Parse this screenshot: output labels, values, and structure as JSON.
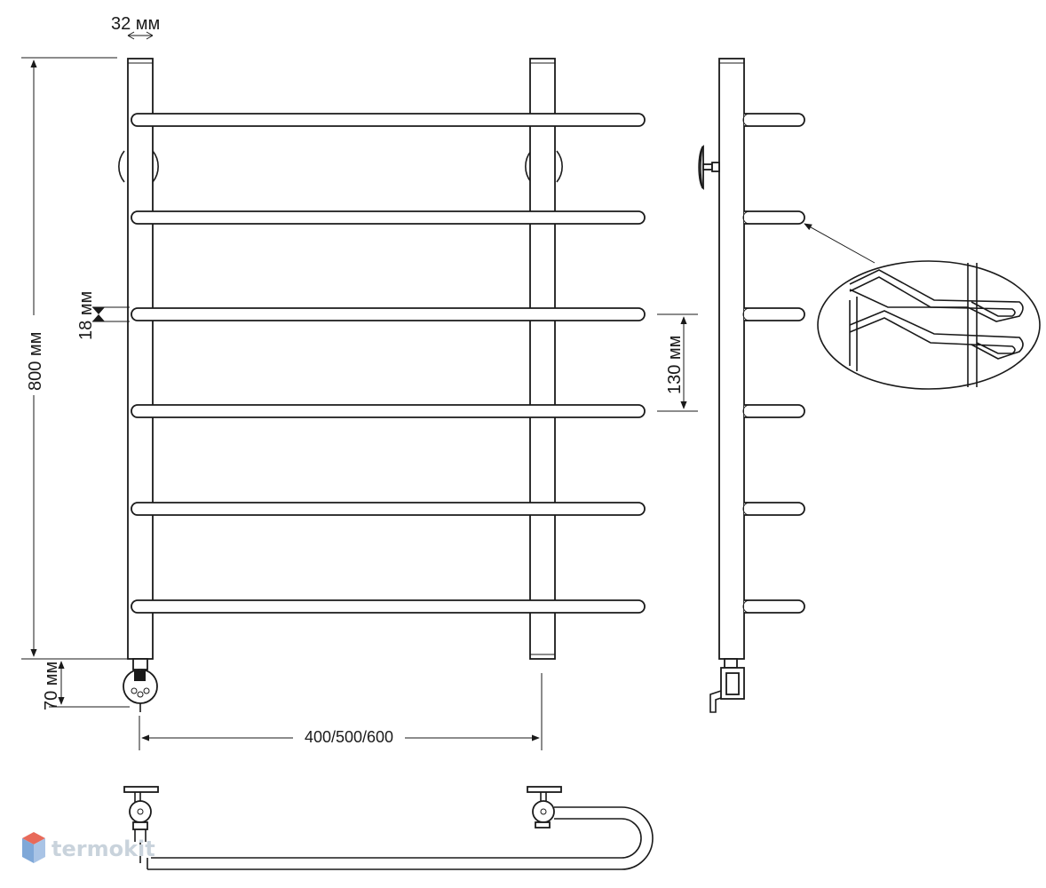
{
  "dimensions": {
    "tube_diameter": "32 мм",
    "height": "800 мм",
    "bar_diameter": "18 мм",
    "bar_spacing": "130 мм",
    "element_offset": "70 мм",
    "width_options": "400/500/600"
  },
  "watermark": {
    "brand": "termokit"
  },
  "colors": {
    "line": "#1a1a1a",
    "watermark_text": "#c9d3dc",
    "watermark_logo_top": "#e86a5a",
    "watermark_logo_side": "#7fa8d8"
  }
}
